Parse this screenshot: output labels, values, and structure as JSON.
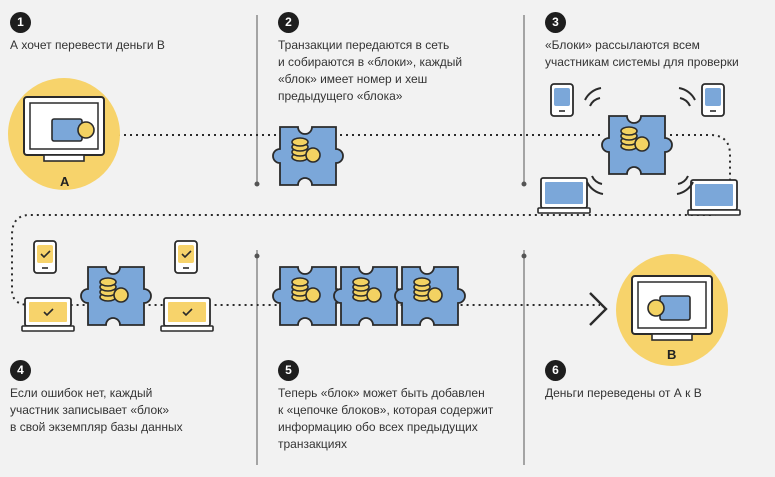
{
  "steps": [
    {
      "number": "1",
      "text": "А хочет перевести деньги В"
    },
    {
      "number": "2",
      "text": "Транзакции передаются в сеть\nи собираются в «блоки», каждый\n«блок» имеет номер и хеш\nпредыдущего «блока»"
    },
    {
      "number": "3",
      "text": "«Блоки» рассылаются всем\nучастникам системы для проверки"
    },
    {
      "number": "4",
      "text": "Если ошибок нет, каждый\nучастник записывает «блок»\nв свой экземпляр базы данных"
    },
    {
      "number": "5",
      "text": "Теперь «блок» может быть добавлен\nк «цепочке блоков», которая содержит\nинформацию обо всех предыдущих\nтранзакциях"
    },
    {
      "number": "6",
      "text": "Деньги переведены от А к В"
    }
  ],
  "labels": {
    "sender": "A",
    "receiver": "B"
  },
  "colors": {
    "accent_yellow": "#f7d36b",
    "block_blue": "#7ba7d9",
    "coin": "#f3d262",
    "dark": "#1e1e1e"
  }
}
